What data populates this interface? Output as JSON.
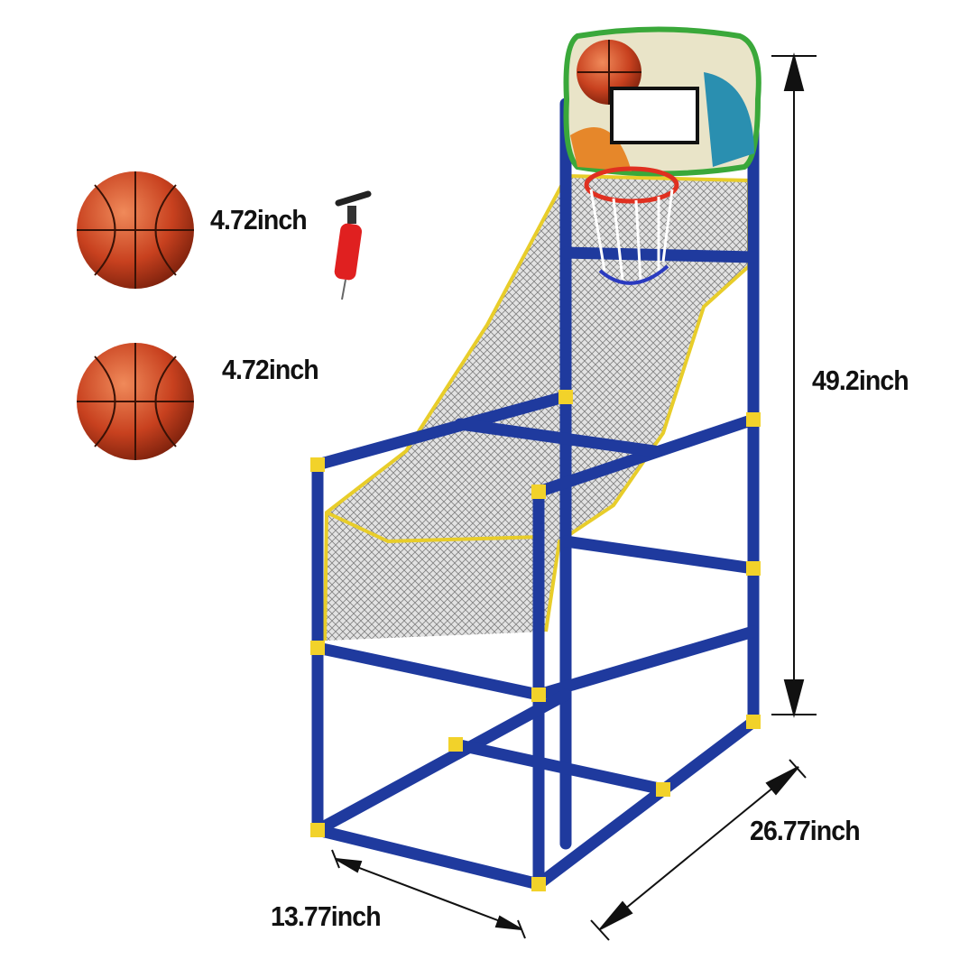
{
  "product": {
    "colors": {
      "frame": "#1f3a9e",
      "joint": "#f2d22a",
      "ball": "#c8411f",
      "net": "#8a8a8a",
      "backboard_border": "#3aa83a"
    },
    "labels": {
      "ball_top": "4.72inch",
      "ball_bottom": "4.72inch",
      "height": "49.2inch",
      "depth": "26.77inch",
      "width": "13.77inch"
    }
  }
}
